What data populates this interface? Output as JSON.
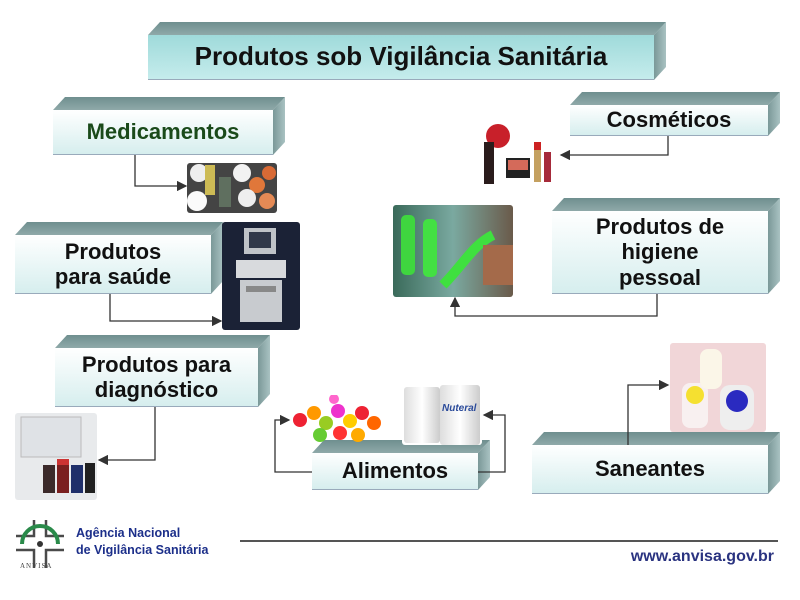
{
  "title": "Produtos sob Vigilância Sanitária",
  "categories": {
    "medicamentos": "Medicamentos",
    "saude": "Produtos para saúde",
    "diagnostico": "Produtos para diagnóstico",
    "cosmeticos": "Cosméticos",
    "higiene": "Produtos de higiene pessoal",
    "alimentos": "Alimentos",
    "saneantes": "Saneantes"
  },
  "image_labels": {
    "nutrition_can": "Nuteral"
  },
  "footer": {
    "agency_line1": "Agência Nacional",
    "agency_line2": "de Vigilância Sanitária",
    "logo_text": "ANVISA",
    "url": "www.anvisa.gov.br"
  },
  "colors": {
    "title_fill": "#b3e5e5",
    "medicamentos_text": "#1a4a1a",
    "footer_text": "#1c2f8a"
  }
}
